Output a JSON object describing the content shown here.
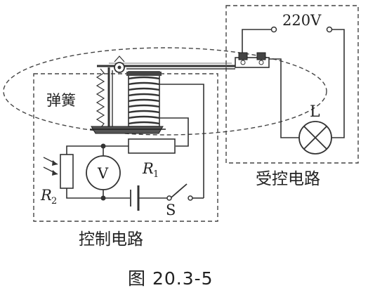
{
  "labels": {
    "voltage": "220V",
    "spring": "弹簧",
    "lamp": "L",
    "r1": "R",
    "r1_sub": "1",
    "r2": "R",
    "r2_sub": "2",
    "voltmeter": "V",
    "switch": "S",
    "controlled_circuit": "受控电路",
    "control_circuit": "控制电路",
    "caption": "图 20.3-5"
  }
}
